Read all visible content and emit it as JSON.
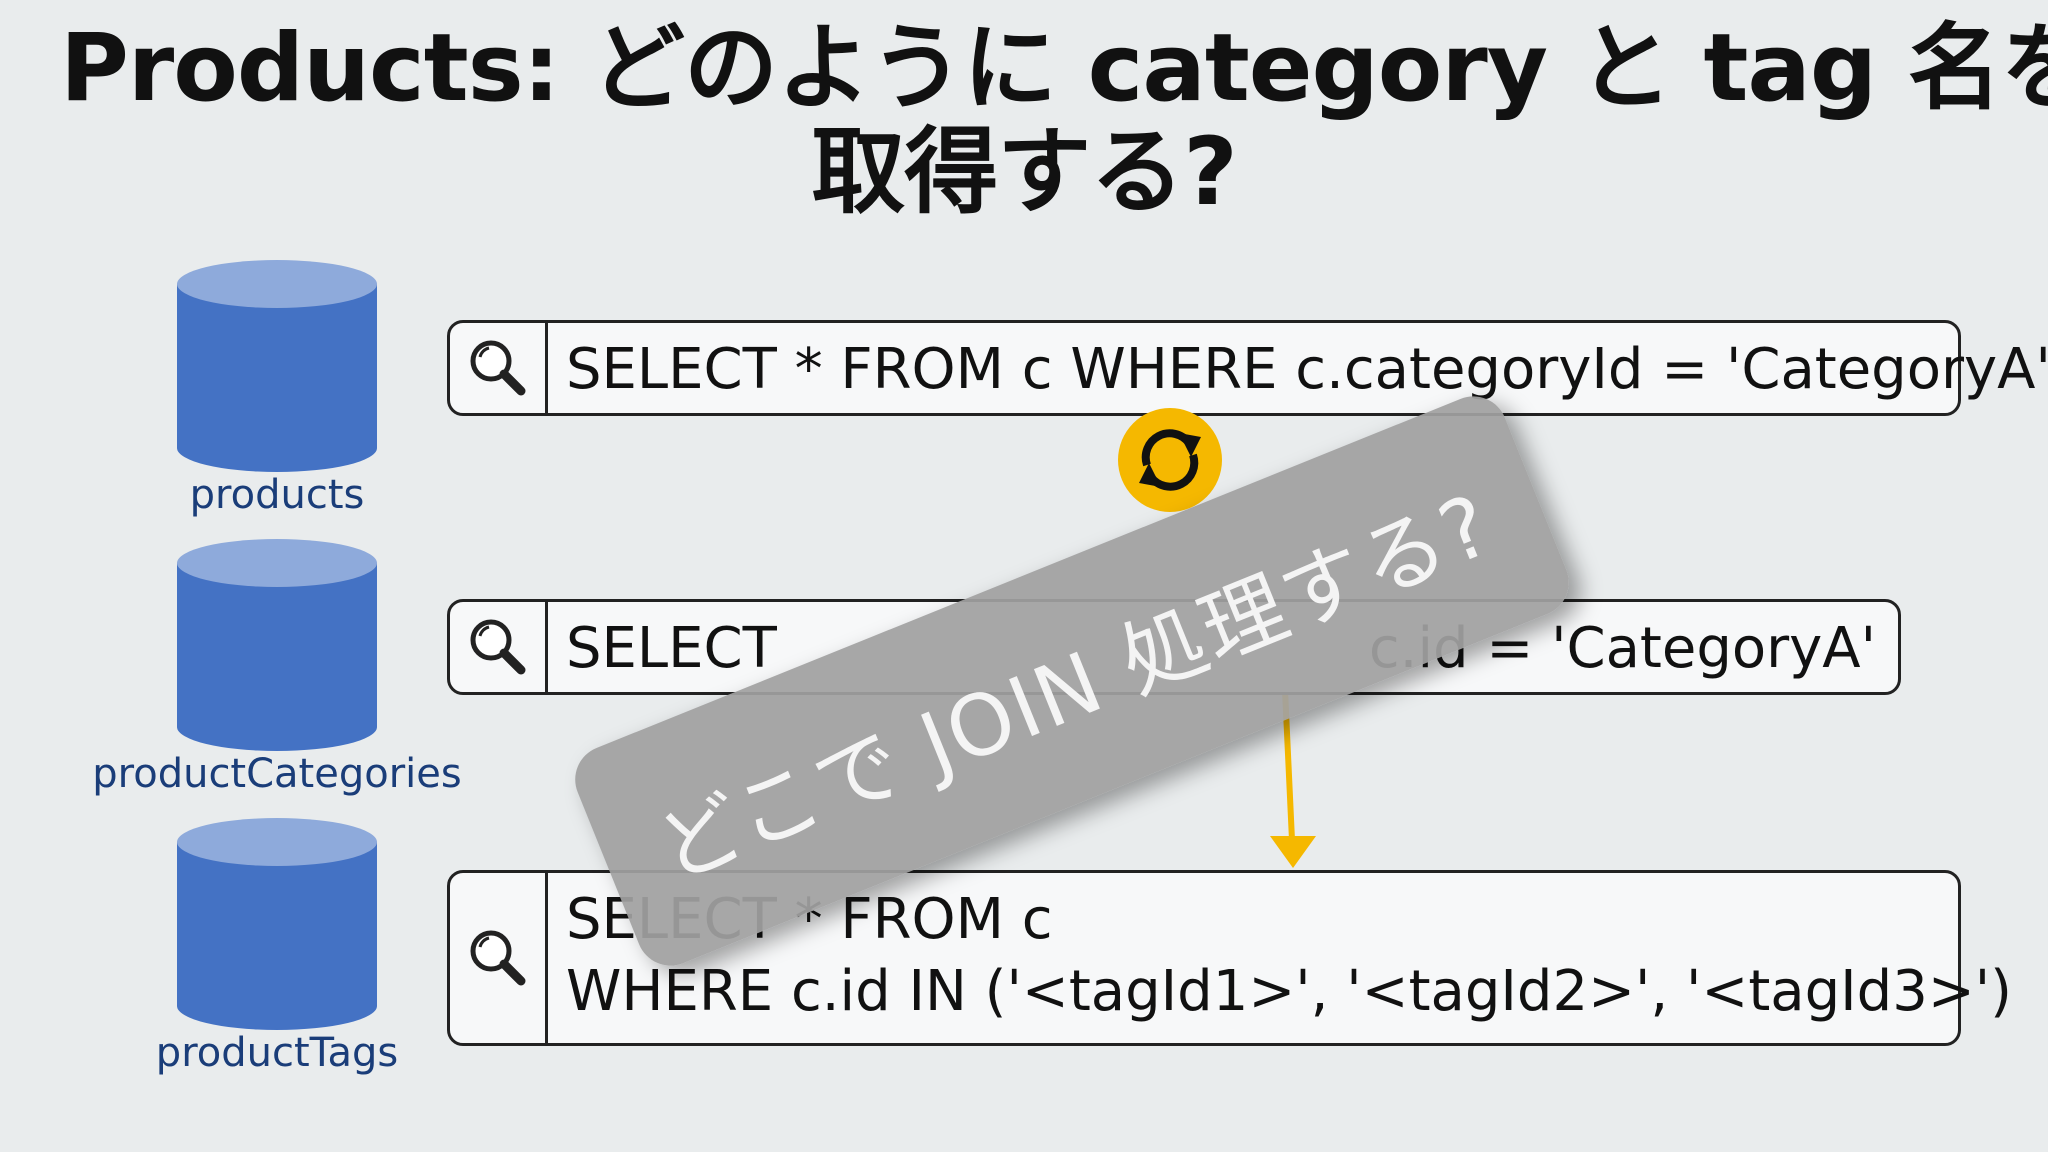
{
  "title": {
    "line1": "Products: どのように category と tag 名を",
    "line2": "取得する?"
  },
  "containers": [
    {
      "label": "products"
    },
    {
      "label": "productCategories"
    },
    {
      "label": "productTags"
    }
  ],
  "queries": [
    {
      "text": "SELECT * FROM c WHERE c.categoryId = 'CategoryA'"
    },
    {
      "left": "SELECT",
      "right": "c.id = 'CategoryA'"
    },
    {
      "line1": "SELECT * FROM c",
      "line2": "WHERE c.id IN ('<tagId1>', '<tagId2>', '<tagId3>')"
    }
  ],
  "overlay": {
    "text": "どこで JOIN 処理する?"
  },
  "icons": {
    "container": "database-cylinder-icon",
    "query": "magnifier-icon",
    "sync": "sync-icon",
    "arrow": "arrow-down-icon"
  },
  "colors": {
    "background": "#e9eced",
    "cylinder_body": "#4472c4",
    "cylinder_top": "#8eaadb",
    "container_label": "#1a3d79",
    "accent": "#f5b800",
    "overlay": "#a0a0a0"
  }
}
